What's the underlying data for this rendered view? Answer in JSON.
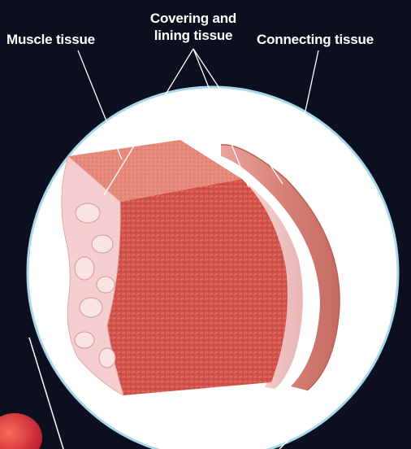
{
  "labels": {
    "muscle": "Muscle tissue",
    "covering_line1": "Covering and",
    "covering_line2": "lining tissue",
    "connecting": "Connecting tissue"
  },
  "colors": {
    "background": "#0b0f1e",
    "circle_fill": "#ffffff",
    "circle_ring": "#a9d7ec",
    "muscle_red": "#d4554b",
    "muscle_top": "#e58b7f",
    "lining_pink": "#f0c4c4",
    "connecting_pink": "#d98a82",
    "leader_line": "#ffffff"
  }
}
